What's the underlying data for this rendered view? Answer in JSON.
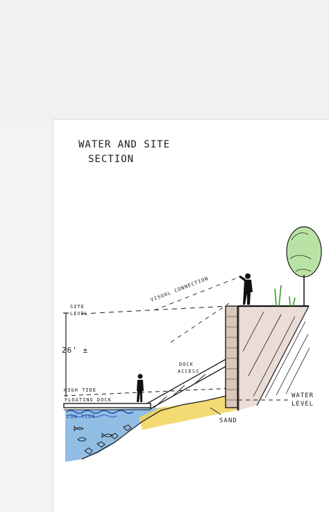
{
  "title": {
    "line1": "WATER AND SITE",
    "line2": "SECTION"
  },
  "labels": {
    "site_level_1": "SITE",
    "site_level_2": "LEVEL",
    "height": "26' ±",
    "visual_connection": "VISUAL CONNECTION",
    "dock_access_1": "DOCK",
    "dock_access_2": "ACCESS",
    "high_tide": "HIGH TIDE",
    "floating_dock": "FLOATING DOCK",
    "low_tide": "LOW TIDE",
    "sand": "SAND",
    "water_level_1": "WATER",
    "water_level_2": "LEVEL"
  },
  "colors": {
    "water": "#7fb2e0",
    "sand": "#f1d35a",
    "tree": "#9bd48a",
    "grass": "#3c9a2a",
    "wall_tint": "#c29a8a",
    "ink": "#1b1b1b"
  }
}
